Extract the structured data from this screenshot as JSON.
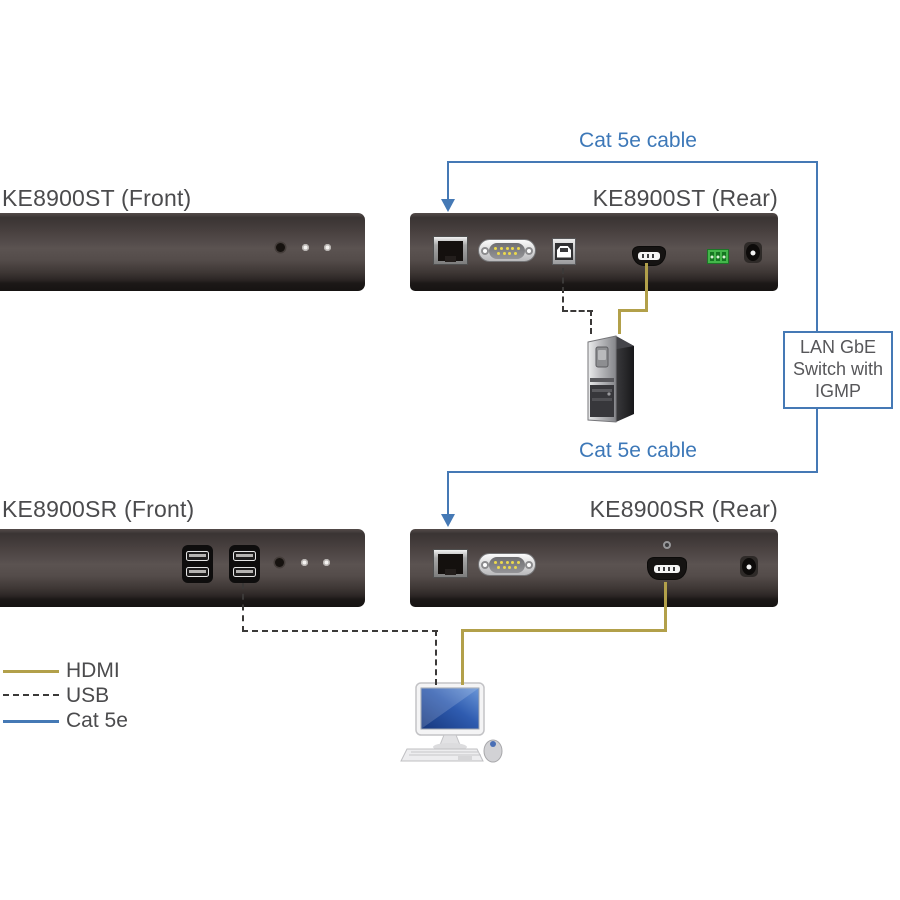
{
  "labels": {
    "device_st_front": "KE8900ST (Front)",
    "device_st_rear": "KE8900ST (Rear)",
    "device_sr_front": "KE8900SR (Front)",
    "device_sr_rear": "KE8900SR (Rear)",
    "cable_top": "Cat 5e cable",
    "cable_mid": "Cat 5e cable"
  },
  "switch_box": {
    "line1": "LAN GbE",
    "line2": "Switch with",
    "line3": "IGMP"
  },
  "legend": {
    "items": [
      {
        "label": "HDMI",
        "style": "solid",
        "color": "#b2a04a"
      },
      {
        "label": "USB",
        "style": "dashed",
        "color": "#3b3938"
      },
      {
        "label": "Cat 5e",
        "style": "solid",
        "color": "#4579b5"
      }
    ]
  },
  "devices": {
    "ke8900st_rear_ports": [
      "rj45-lan",
      "db9-serial",
      "usb-b",
      "hdmi",
      "terminal-block",
      "dc-power"
    ],
    "ke8900sr_rear_ports": [
      "rj45-lan",
      "db9-serial",
      "hdmi",
      "dc-power"
    ],
    "ke8900sr_front_ports": [
      "usb-a-dual",
      "usb-a-dual"
    ],
    "peripherals": [
      "computer-tower",
      "desktop-computer"
    ]
  },
  "colors": {
    "cat5e_blue": "#4579b5",
    "cable_label_blue": "#3d78b8",
    "hdmi_gold": "#b2a04a",
    "usb_dash_gray": "#3b3938",
    "label_gray": "#4b4b4d",
    "terminal_green": "#44b64b"
  }
}
